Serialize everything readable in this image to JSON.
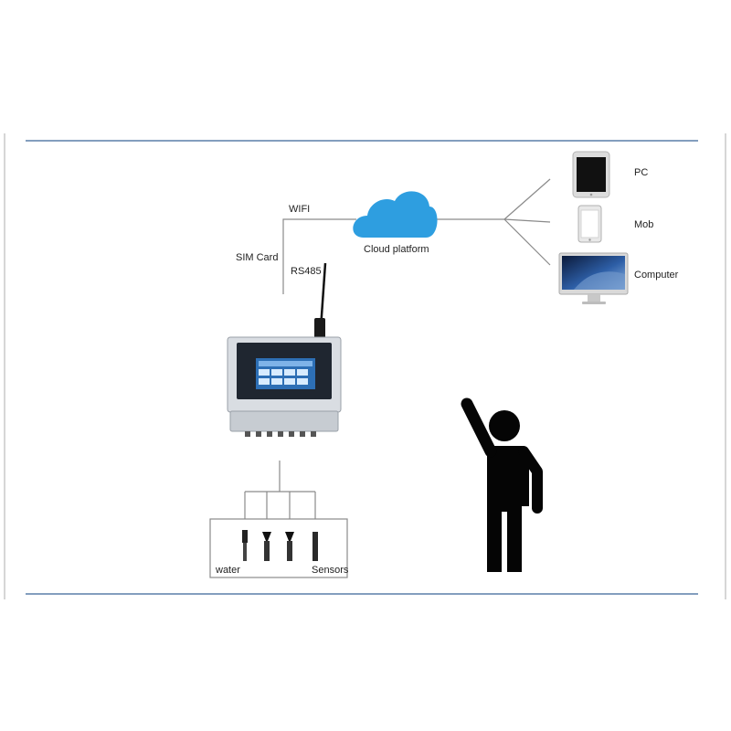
{
  "labels": {
    "wifi": "WIFI",
    "sim_card": "SIM Card",
    "rs485": "RS485",
    "cloud_platform": "Cloud platform",
    "water": "water",
    "sensors": "Sensors"
  },
  "endpoints": [
    {
      "label": "PC",
      "icon": "tablet-icon"
    },
    {
      "label": "Mob",
      "icon": "phone-icon"
    },
    {
      "label": "Computer",
      "icon": "monitor-icon"
    }
  ],
  "colors": {
    "rule_line": "#5a7ea8",
    "cloud": "#2e9ee0",
    "device_body": "#dfe3e8",
    "device_screen": "#2d6fb5",
    "person": "#050505"
  }
}
